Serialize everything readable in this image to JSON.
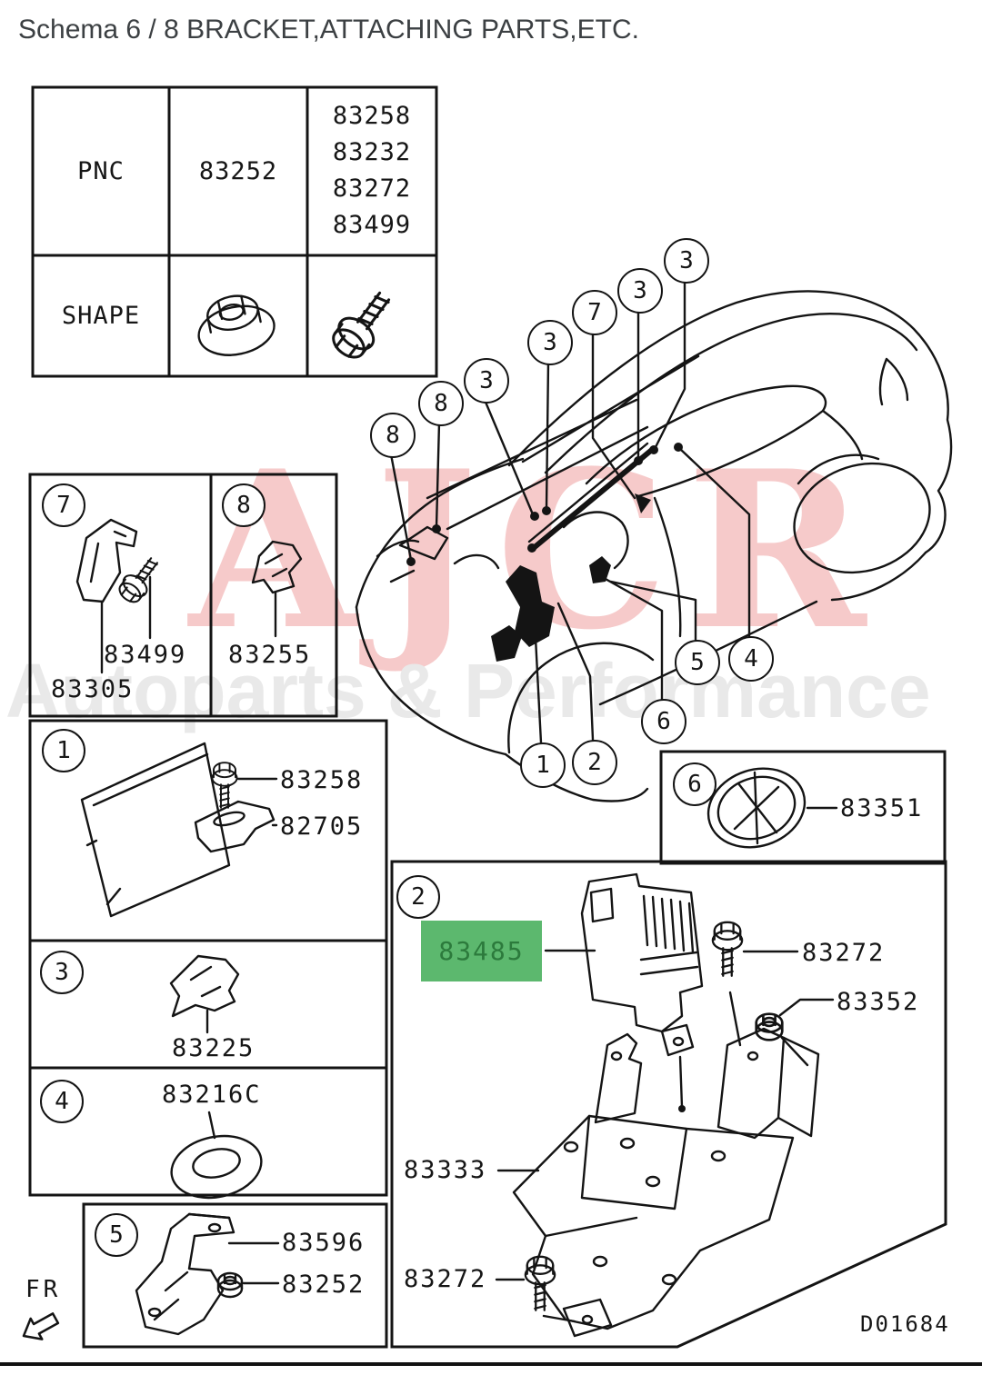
{
  "title": "Schema 6 / 8 BRACKET,ATTACHING PARTS,ETC.",
  "fastener_table": {
    "pnc_label": "PNC",
    "shape_label": "SHAPE",
    "nut_pnc": "83252",
    "bolt_pncs": [
      "83258",
      "83232",
      "83272",
      "83499"
    ],
    "nut_icon": "flange-nut-icon",
    "bolt_icon": "flange-bolt-icon"
  },
  "panels": {
    "p7": {
      "num": "7",
      "bolt_part": "83499",
      "bracket_part": "83305"
    },
    "p8": {
      "num": "8",
      "clip_part": "83255"
    },
    "p1": {
      "num": "1",
      "bolt_part": "83258",
      "bracket_part": "82705"
    },
    "p3": {
      "num": "3",
      "clip_part": "83225"
    },
    "p4": {
      "num": "4",
      "grommet_part": "83216C"
    },
    "p5": {
      "num": "5",
      "bracket_part": "83596",
      "nut_part": "83252"
    },
    "p6": {
      "num": "6",
      "grommet_part": "83351"
    },
    "p2": {
      "num": "2",
      "highlighted_part": "83485",
      "bolt_upper_part": "83272",
      "nut_part": "83352",
      "bracket_part": "83333",
      "bolt_lower_part": "83272"
    }
  },
  "car_callouts": {
    "c8a": "8",
    "c8b": "8",
    "c3a": "3",
    "c3b": "3",
    "c7": "7",
    "c3c": "3",
    "c3d": "3",
    "c5": "5",
    "c4": "4",
    "c6": "6",
    "c1": "1",
    "c2": "2"
  },
  "front_marker": "FR",
  "drawing_code": "D01684",
  "watermark": {
    "brand": "AJCR",
    "tagline": "Autoparts & Performance"
  },
  "colors": {
    "highlight_bg": "#5cb86e",
    "highlight_text": "#2c7a3c",
    "watermark_pink": "#f6caca",
    "watermark_gray": "#e9e9e9",
    "line": "#141414"
  }
}
